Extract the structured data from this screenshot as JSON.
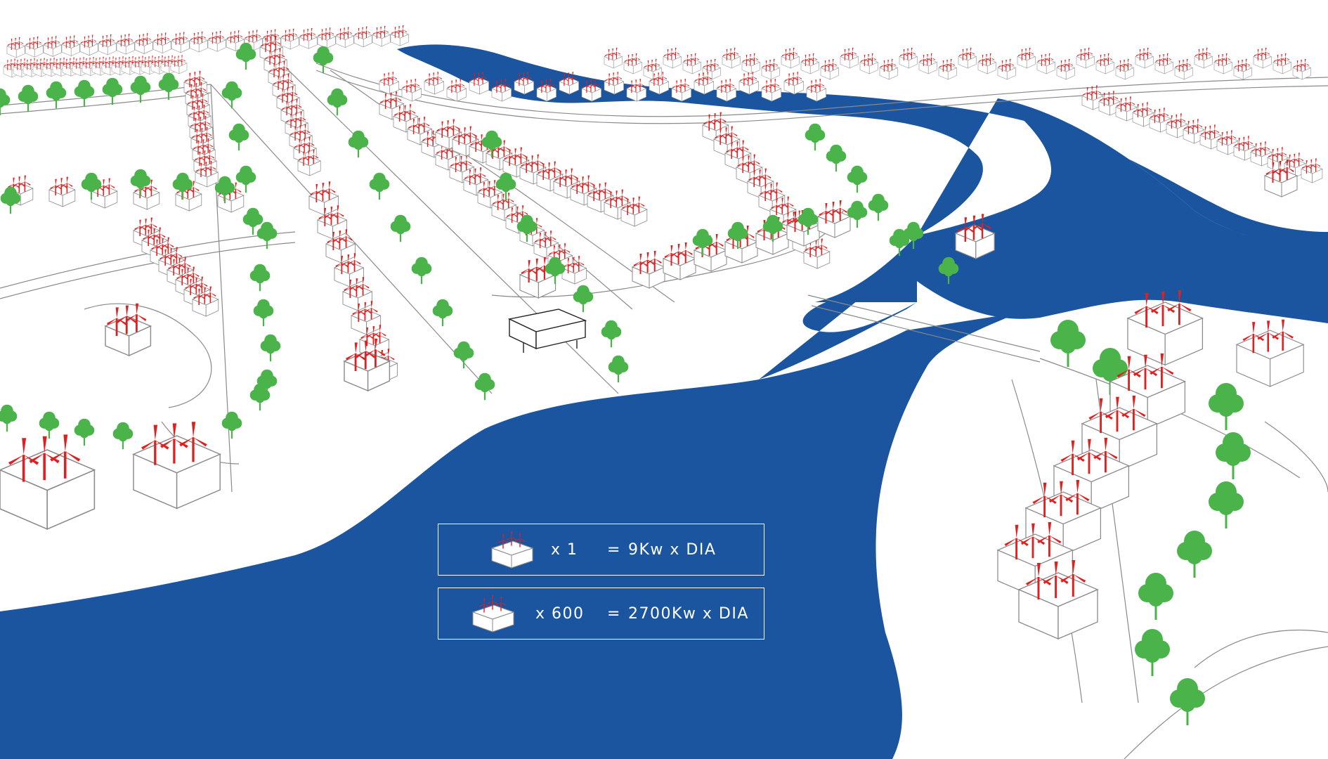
{
  "colors": {
    "water": "#1b55a0",
    "land": "#ffffff",
    "outline": "#8a8a8a",
    "turbine": "#e02020",
    "tree": "#4ab34a",
    "legend_line": "#ffffff"
  },
  "legend": {
    "rows": [
      {
        "multiplier": "x 1",
        "equals": "=",
        "result": "9Kw  x DIA"
      },
      {
        "multiplier": "x 600",
        "equals": "=",
        "result": "2700Kw  x DIA"
      }
    ]
  }
}
